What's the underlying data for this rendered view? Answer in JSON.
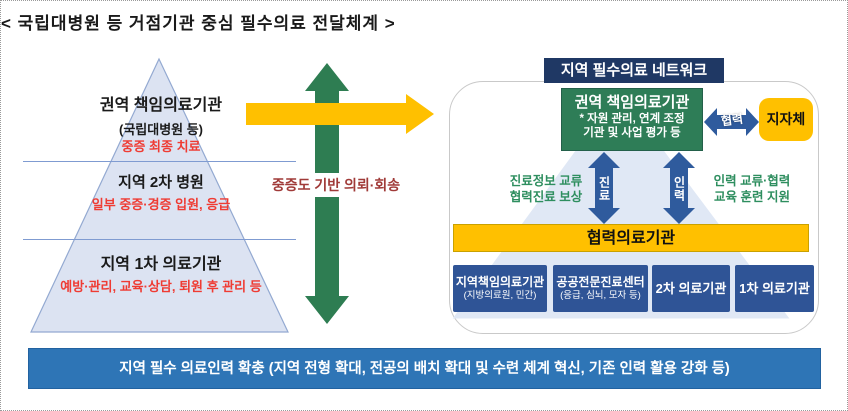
{
  "title": "<  국립대병원 등 거점기관 중심 필수의료 전달체계  >",
  "pyramid": {
    "tier1": {
      "name": "권역 책임의료기관",
      "sub": "(국립대병원 등)",
      "role": "중증 최종 치료"
    },
    "tier2": {
      "name": "지역 2차 병원",
      "role": "일부 중증·경증 입원, 응급"
    },
    "tier3": {
      "name": "지역 1차 의료기관",
      "role": "예방·관리, 교육·상담, 퇴원 후 관리 등"
    }
  },
  "flow": {
    "label": "중증도 기반 의뢰·회송"
  },
  "network": {
    "title": "지역 필수의료 네트워크",
    "hub": {
      "name": "권역 책임의료기관",
      "note1": "* 자원 관리, 연계 조정",
      "note2": "기관 및 사업 평가 등"
    },
    "cooperation_label": "협력",
    "local_gov": "지자체",
    "care_link": {
      "line1": "진료정보 교류",
      "line2": "협력진료 보상",
      "arrow_label": "진료"
    },
    "workforce_link": {
      "line1": "인력 교류·협력",
      "line2": "교육 훈련 지원",
      "arrow_label": "인력"
    },
    "partner_bar": "협력의료기관",
    "orgs": [
      {
        "name": "지역책임의료기관",
        "sub": "(지방의료원, 민간)"
      },
      {
        "name": "공공전문진료센터",
        "sub": "(응급, 심뇌, 모자 등)"
      },
      {
        "name": "2차 의료기관",
        "sub": ""
      },
      {
        "name": "1차 의료기관",
        "sub": ""
      }
    ]
  },
  "banner": "지역 필수 의료인력 확충 (지역 전형 확대,  전공의 배치 확대 및 수련 체계 혁신, 기존 인력 활용 강화 등)",
  "colors": {
    "green-arrow": "#2E7D52",
    "yellow": "#FFC000",
    "navy-dark": "#1F3864",
    "navy": "#2F5496",
    "blue-arrow": "#2F5B9D",
    "green-box": "#2E7D57",
    "green-text": "#2E8E5F",
    "red-text": "#EF3B33",
    "darkred-text": "#A03A38",
    "banner-blue": "#2E75B6",
    "pyramid-fill": "#DCE3F2",
    "pyramid-stroke": "#93A9D1"
  }
}
